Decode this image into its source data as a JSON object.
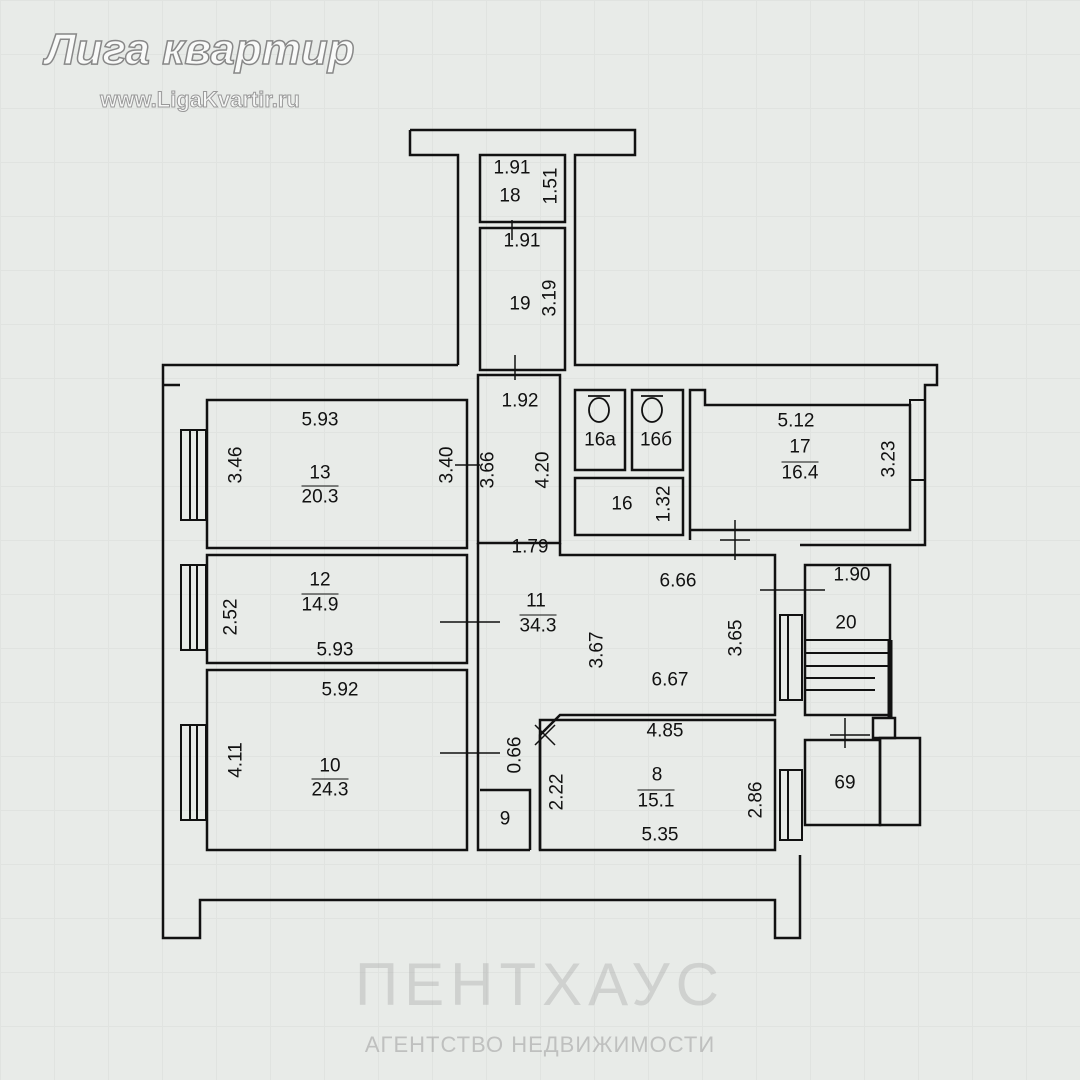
{
  "rooms": {
    "r18": {
      "num": "18",
      "w": "1.91",
      "h": "1.51"
    },
    "r19": {
      "num": "19",
      "w": "1.91",
      "h": "3.19"
    },
    "r13": {
      "num": "13",
      "area": "20.3",
      "w": "5.93",
      "h": "3.46",
      "h2": "3.40"
    },
    "r12": {
      "num": "12",
      "area": "14.9",
      "w": "5.93",
      "h": "2.52"
    },
    "r10": {
      "num": "10",
      "area": "24.3",
      "w": "5.92",
      "h": "4.11"
    },
    "r11": {
      "num": "11",
      "area": "34.3",
      "w_corr": "1.92",
      "h_corr": "3.66",
      "h_corr2": "4.20",
      "w_corr2": "1.79",
      "w1": "6.66",
      "w2": "6.67",
      "h1": "3.67",
      "h2": "3.65",
      "d": "0.66"
    },
    "r16a": {
      "num": "16а"
    },
    "r16b": {
      "num": "16б"
    },
    "r16": {
      "num": "16",
      "h": "1.32"
    },
    "r17": {
      "num": "17",
      "area": "16.4",
      "w": "5.12",
      "h": "3.23"
    },
    "r20": {
      "num": "20",
      "w": "1.90"
    },
    "r8": {
      "num": "8",
      "area": "15.1",
      "w": "4.85",
      "w2": "5.35",
      "h": "2.86",
      "h2": "2.22"
    },
    "r9": {
      "num": "9"
    },
    "r69": {
      "num": "69"
    }
  },
  "watermark": {
    "brand": "Лига квартир",
    "url": "www.LigaKvartir.ru",
    "agency": "ПЕНТХАУС",
    "agency_sub": "АГЕНТСТВО НЕДВИЖИМОСТИ"
  }
}
